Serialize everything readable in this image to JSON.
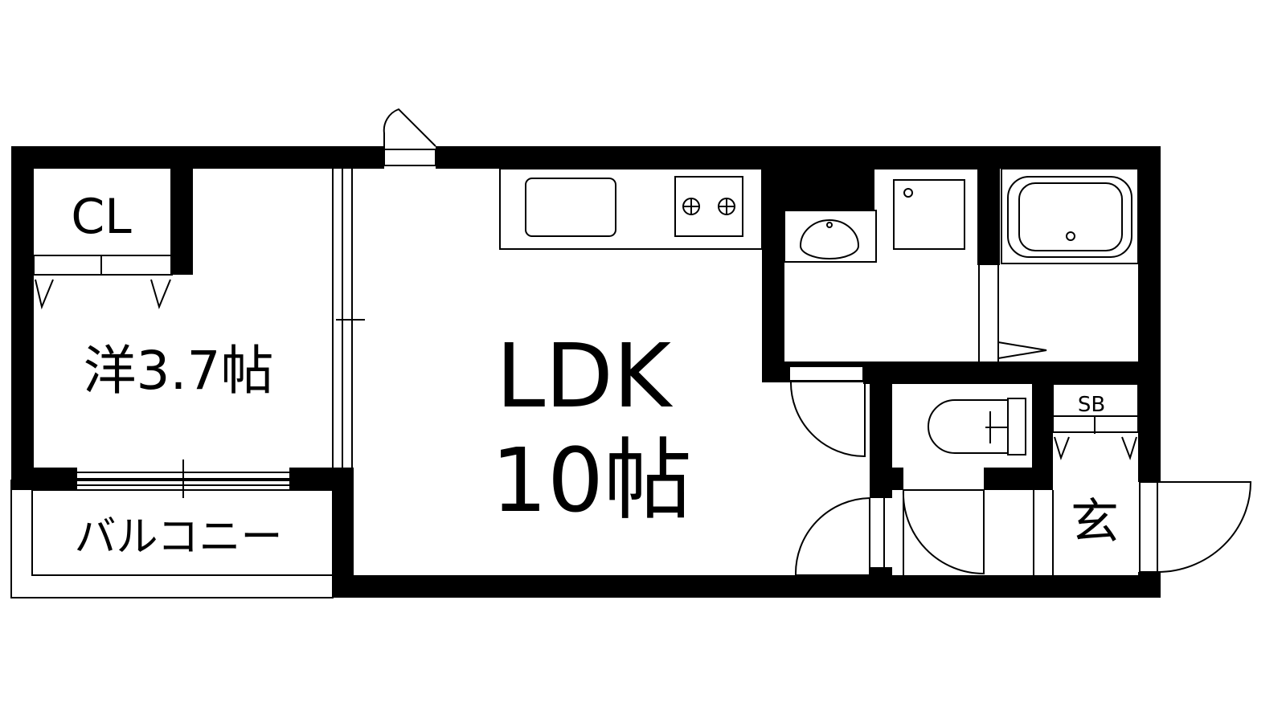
{
  "rooms": {
    "closet": "CL",
    "western_room": "洋3.7帖",
    "ldk_name": "LDK",
    "ldk_size": "10帖",
    "shoe_box": "SB",
    "entrance": "玄"
  },
  "balcony": "バルコニー"
}
